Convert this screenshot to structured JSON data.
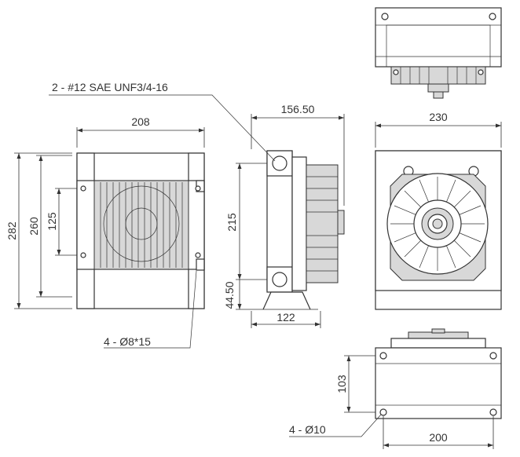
{
  "labels": {
    "fitting_note": "2 - #12 SAE UNF3/4-16",
    "slot_note": "4 - Ø8*15",
    "hole_note": "4 - Ø10"
  },
  "dimensions": {
    "front_width": "208",
    "front_height_outer": "282",
    "front_height_inner": "260",
    "front_fan_height": "125",
    "side_depth": "156.50",
    "side_height": "215",
    "side_foot_height": "44.50",
    "side_base_width": "122",
    "rear_width": "230",
    "bottom_depth": "103",
    "bottom_width": "200"
  },
  "colors": {
    "line": "#333333",
    "fill": "#d8d8d8",
    "background": "#ffffff"
  }
}
